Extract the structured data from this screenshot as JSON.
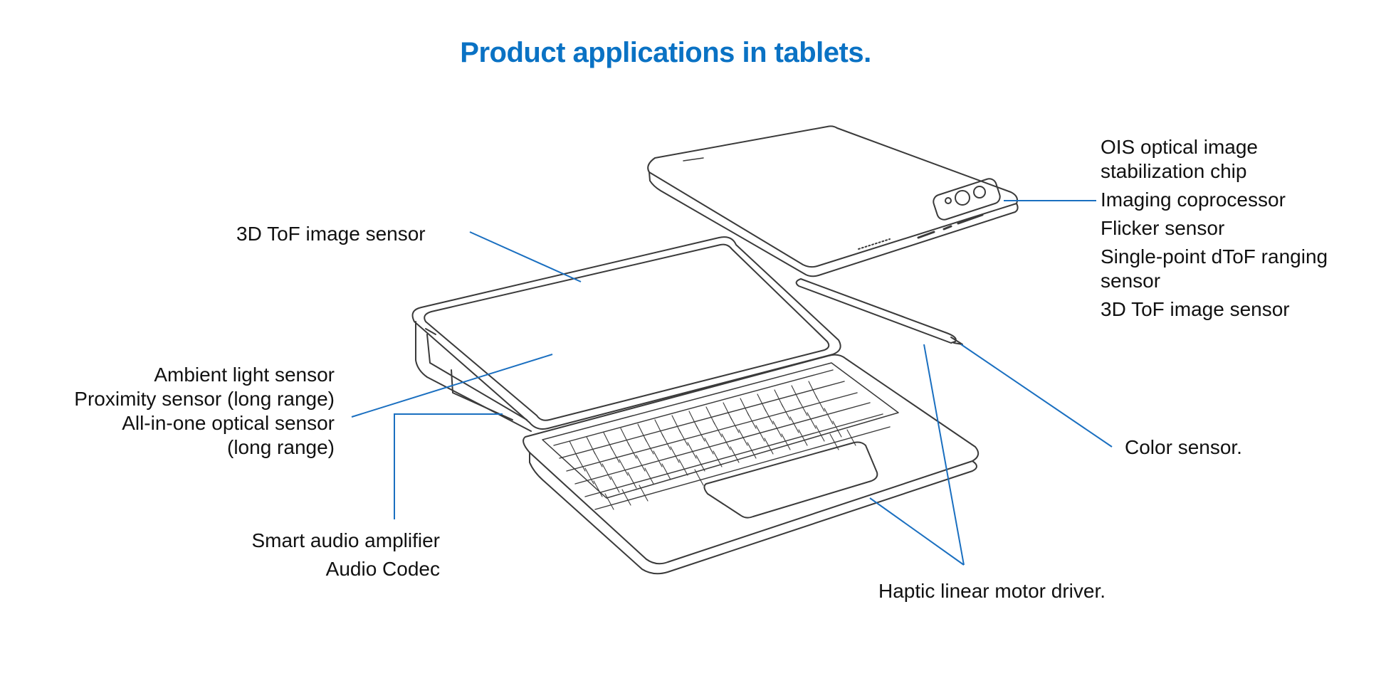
{
  "title": "Product applications in tablets.",
  "colors": {
    "accent": "#0a72c4",
    "leader_line": "#1a6fc0",
    "sketch": "#3a3a3a"
  },
  "callouts": {
    "tof_left": "3D ToF image sensor",
    "ambient": [
      "Ambient light sensor",
      "Proximity sensor (long range)",
      "All-in-one optical sensor",
      "(long range)"
    ],
    "audio": [
      "Smart audio amplifier",
      "Audio Codec"
    ],
    "camera": [
      "OIS optical image",
      "stabilization chip",
      "Imaging coprocessor",
      "Flicker sensor",
      "Single-point dToF ranging",
      "sensor",
      "3D ToF image sensor"
    ],
    "color": "Color sensor.",
    "haptic": "Haptic linear motor driver."
  }
}
